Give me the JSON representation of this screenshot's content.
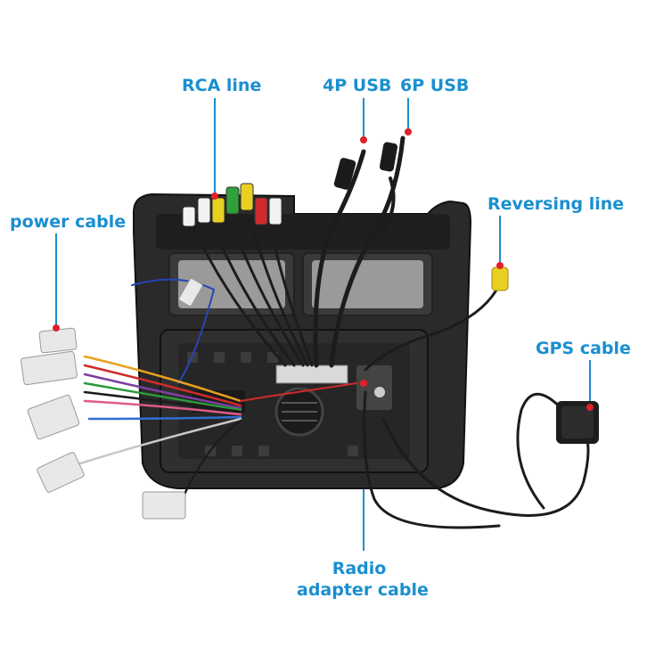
{
  "labels": {
    "rca_line": "RCA line",
    "usb_4p": "4P USB",
    "usb_6p": "6P USB",
    "power_cable": "power cable",
    "reversing_line": "Reversing line",
    "gps_cable": "GPS cable",
    "radio_line1": "Radio",
    "radio_line2": "adapter cable"
  },
  "colors": {
    "label": "#1a8fd0",
    "callout_dot": "#e0202a",
    "frame": "#2b2b2b",
    "cable": "#1c1c1c"
  }
}
